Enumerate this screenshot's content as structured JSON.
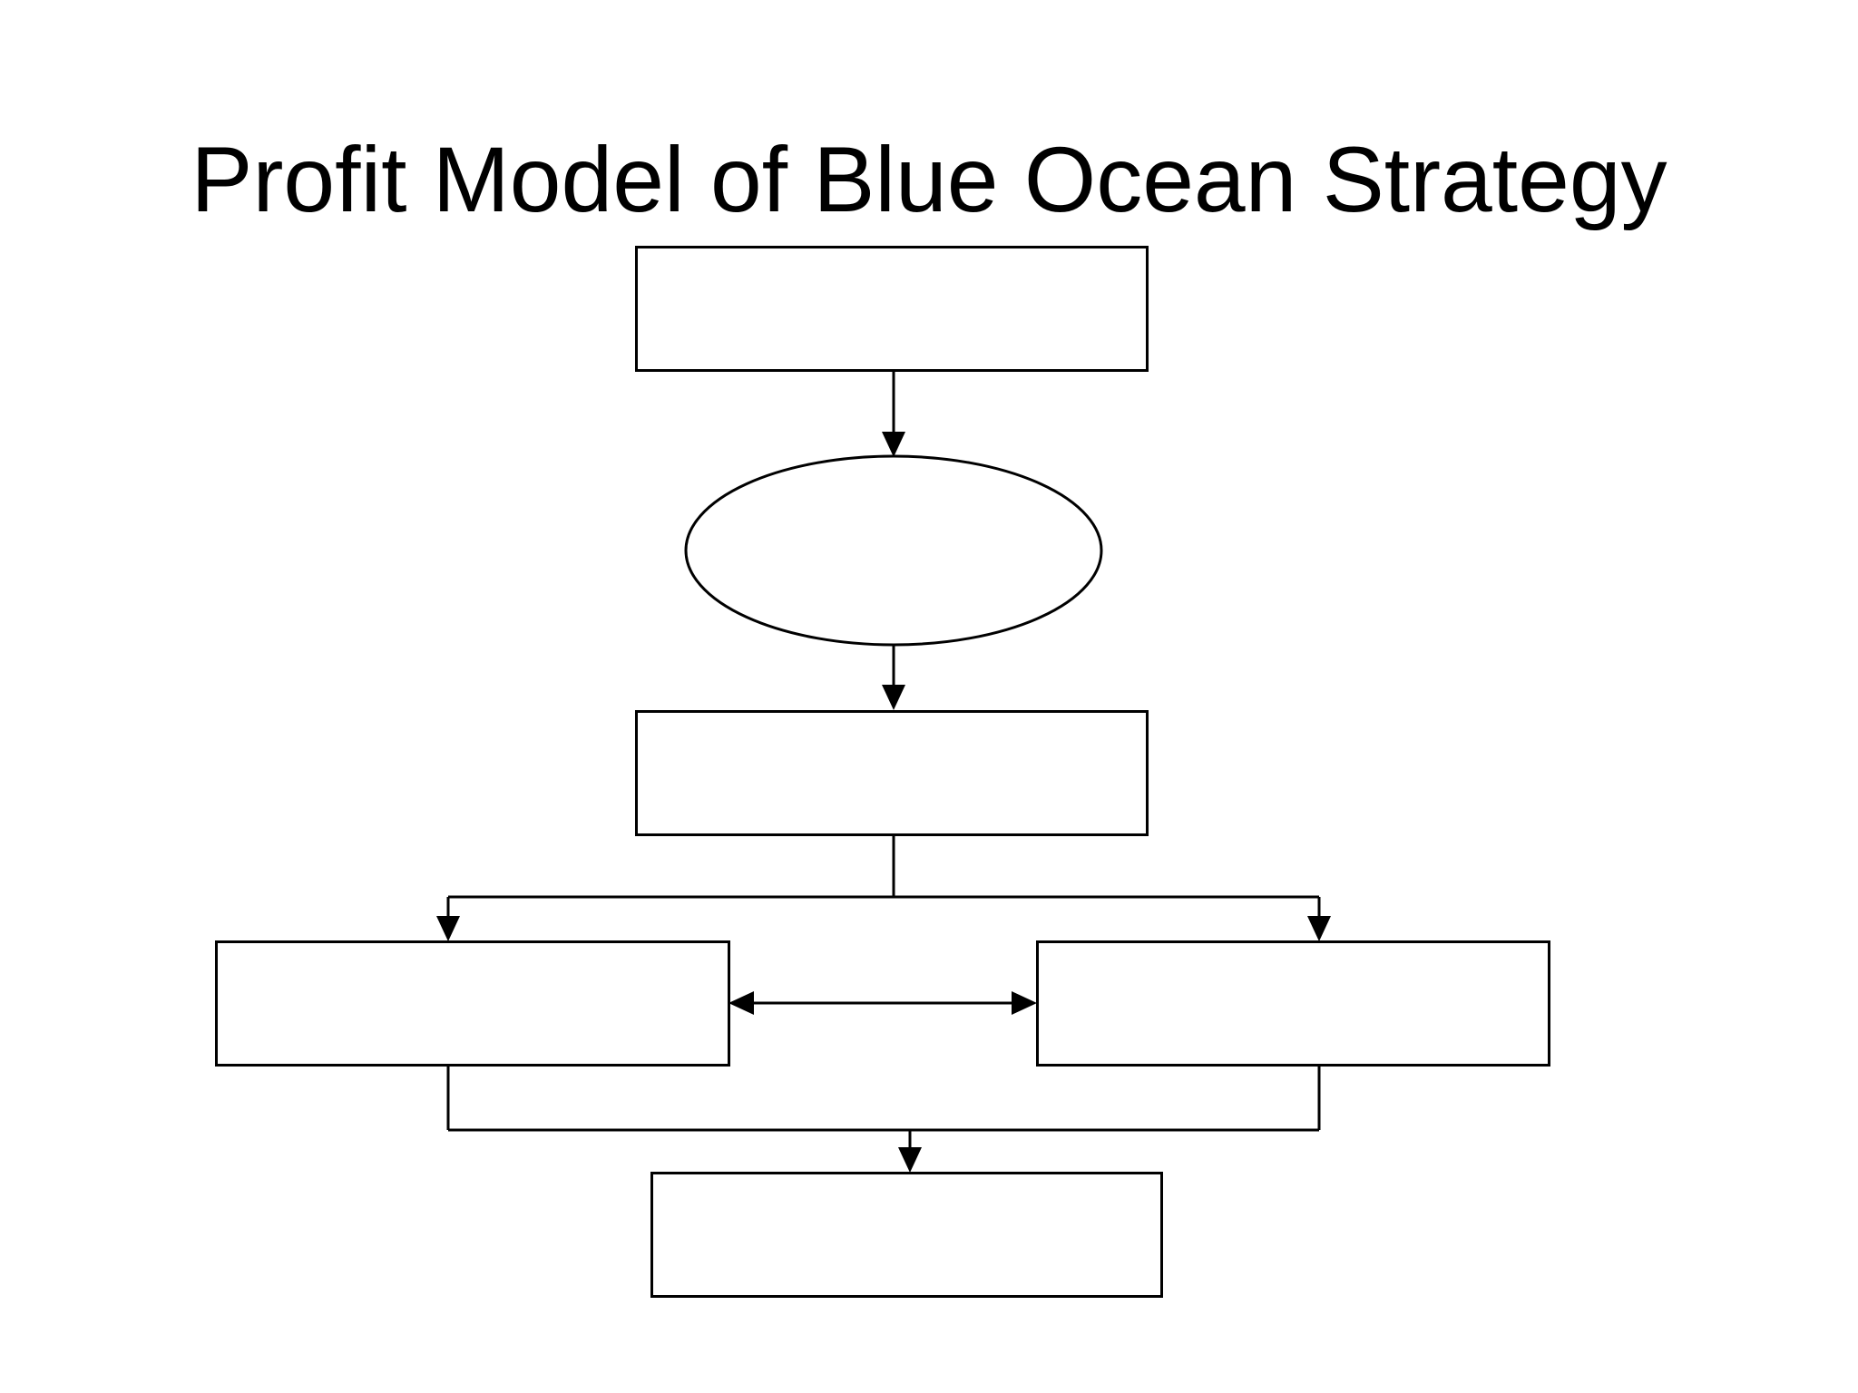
{
  "slide": {
    "title": "Profit Model of Blue Ocean Strategy",
    "background_color": "#ffffff",
    "title_color": "#000000"
  },
  "diagram": {
    "type": "flowchart",
    "shape_fill": "#ffffff",
    "shape_stroke": "#000000",
    "connector_color": "#000000",
    "nodes": [
      {
        "id": "top-box",
        "shape": "rectangle",
        "label": ""
      },
      {
        "id": "ellipse",
        "shape": "ellipse",
        "label": ""
      },
      {
        "id": "middle-box",
        "shape": "rectangle",
        "label": ""
      },
      {
        "id": "left-box",
        "shape": "rectangle",
        "label": ""
      },
      {
        "id": "right-box",
        "shape": "rectangle",
        "label": ""
      },
      {
        "id": "bottom-box",
        "shape": "rectangle",
        "label": ""
      }
    ],
    "connectors": [
      {
        "id": "c1",
        "from": "top-box",
        "to": "ellipse",
        "type": "straight-arrow-down"
      },
      {
        "id": "c2",
        "from": "ellipse",
        "to": "middle-box",
        "type": "straight-arrow-down"
      },
      {
        "id": "c3",
        "from": "middle-box",
        "to": "left-box",
        "type": "elbow-arrow-down"
      },
      {
        "id": "c4",
        "from": "middle-box",
        "to": "right-box",
        "type": "elbow-arrow-down"
      },
      {
        "id": "c5",
        "from": "left-box",
        "to": "right-box",
        "type": "double-headed-arrow"
      },
      {
        "id": "c6",
        "from": "left-box",
        "to": "bottom-box",
        "type": "elbow-arrow-down"
      },
      {
        "id": "c7",
        "from": "right-box",
        "to": "bottom-box",
        "type": "elbow-arrow-down"
      }
    ]
  }
}
